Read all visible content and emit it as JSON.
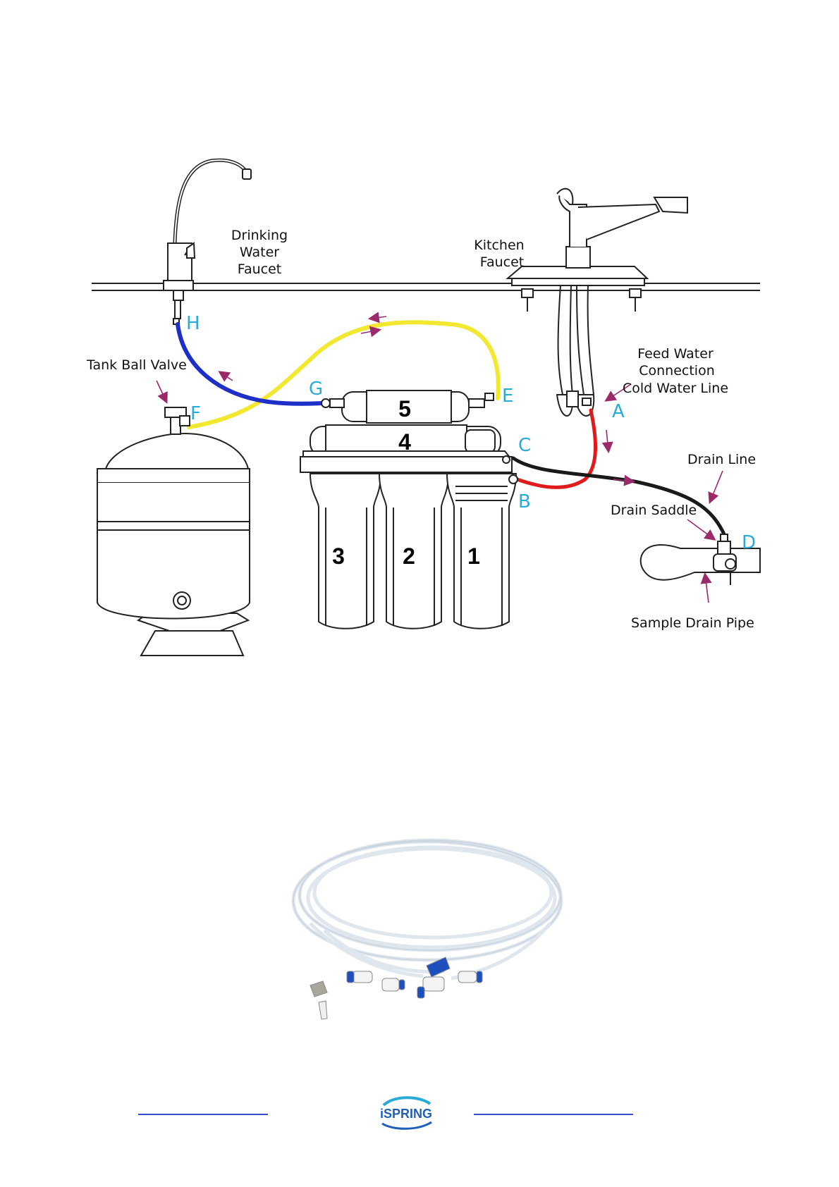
{
  "diagram": {
    "labels": {
      "drinking_faucet": [
        "Drinking",
        "Water",
        "Faucet"
      ],
      "kitchen_faucet": [
        "Kitchen",
        "Faucet"
      ],
      "tank_ball_valve": "Tank Ball Valve",
      "feed_water": [
        "Feed Water",
        "Connection",
        "Cold Water Line"
      ],
      "drain_line": "Drain Line",
      "drain_saddle": "Drain Saddle",
      "sample_drain_pipe": "Sample Drain Pipe"
    },
    "points": {
      "a": "A",
      "b": "B",
      "c": "C",
      "d": "D",
      "e": "E",
      "f": "F",
      "g": "G",
      "h": "H"
    },
    "stages": {
      "s1": "1",
      "s2": "2",
      "s3": "3",
      "s4": "4",
      "s5": "5"
    },
    "colors": {
      "feed_line": "#e01b1b",
      "drain_line": "#1a1a1a",
      "tank_line": "#f2e830",
      "faucet_line": "#1e2fc8",
      "point_label": "#29abd8",
      "arrow": "#9b2a6a"
    }
  },
  "photo": {
    "subject": "tubing-kit-icon"
  },
  "footer": {
    "logo_text": "iSPRING",
    "line_color": "#3a4fd0",
    "logo_color": "#1f5fb8"
  }
}
